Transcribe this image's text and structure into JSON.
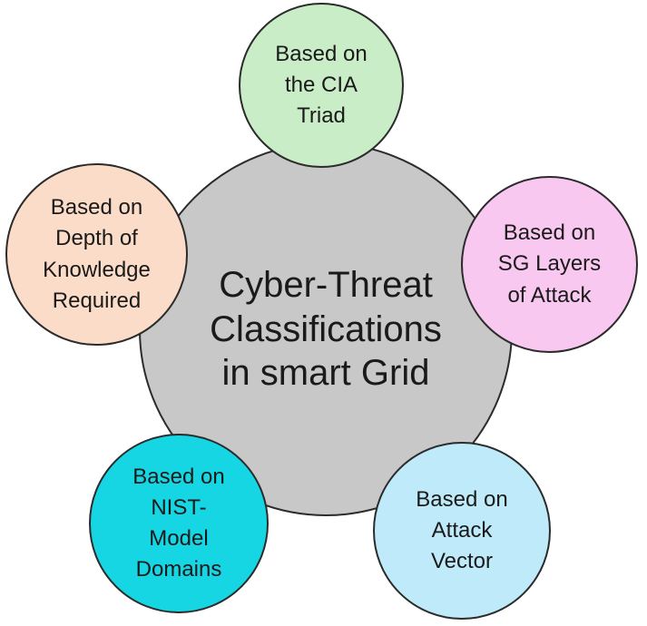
{
  "center": {
    "label": "Cyber-Threat\nClassifications\nin smart Grid",
    "color": "#c8c8c8"
  },
  "nodes": [
    {
      "id": "top",
      "label": "Based on\nthe CIA\nTriad",
      "color": "#c9edc6"
    },
    {
      "id": "right",
      "label": "Based on\nSG Layers\nof Attack",
      "color": "#f8c8f0"
    },
    {
      "id": "left",
      "label": "Based on\nDepth of\nKnowledge\nRequired",
      "color": "#fbdcc8"
    },
    {
      "id": "bottom-left",
      "label": "Based on\nNIST-\nModel\nDomains",
      "color": "#16d6e4"
    },
    {
      "id": "bottom-right",
      "label": "Based on\nAttack\nVector",
      "color": "#bfeaf9"
    }
  ]
}
